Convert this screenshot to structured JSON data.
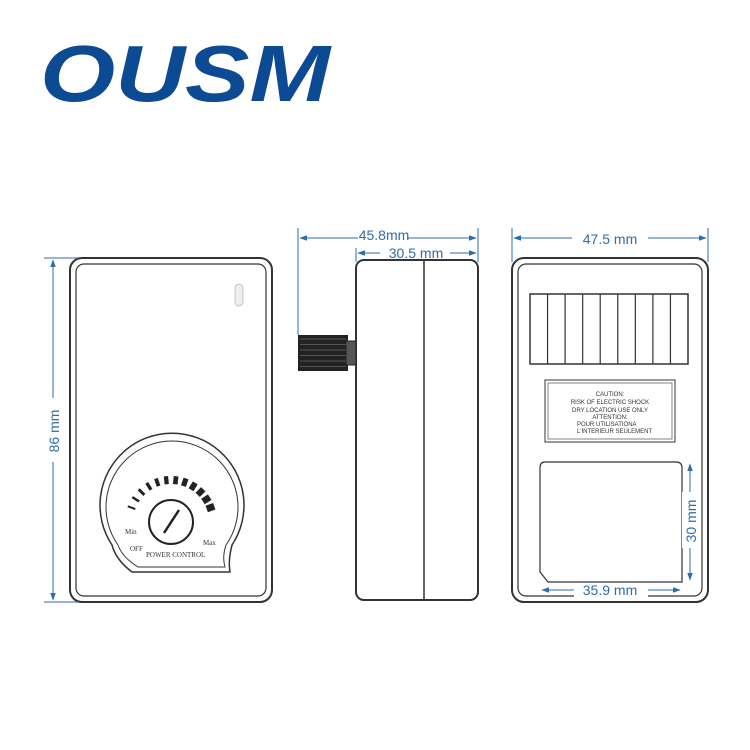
{
  "brand": {
    "name": "OUSM",
    "color": "#0d4a94"
  },
  "colors": {
    "dimension": "#2b6ea8",
    "outline": "#333333",
    "indicator": "#e8e8e8"
  },
  "front_view": {
    "height_label": "86 mm",
    "dial": {
      "label": "POWER CONTROL",
      "min": "Min",
      "max": "Max",
      "off": "OFF"
    }
  },
  "side_view": {
    "total_width_label": "45.8mm",
    "body_width_label": "30.5 mm"
  },
  "back_view": {
    "width_label": "47.5 mm",
    "label_lines": [
      "CAUTION:",
      "RISK OF ELECTRIC SHOCK",
      "DRY LOCATION USE ONLY",
      "ATTENTION:",
      "POUR UTILISATIONA",
      "L'INTERIEUR SEULEMENT"
    ],
    "panel_width_label": "35.9 mm",
    "panel_height_label": "30 mm"
  }
}
